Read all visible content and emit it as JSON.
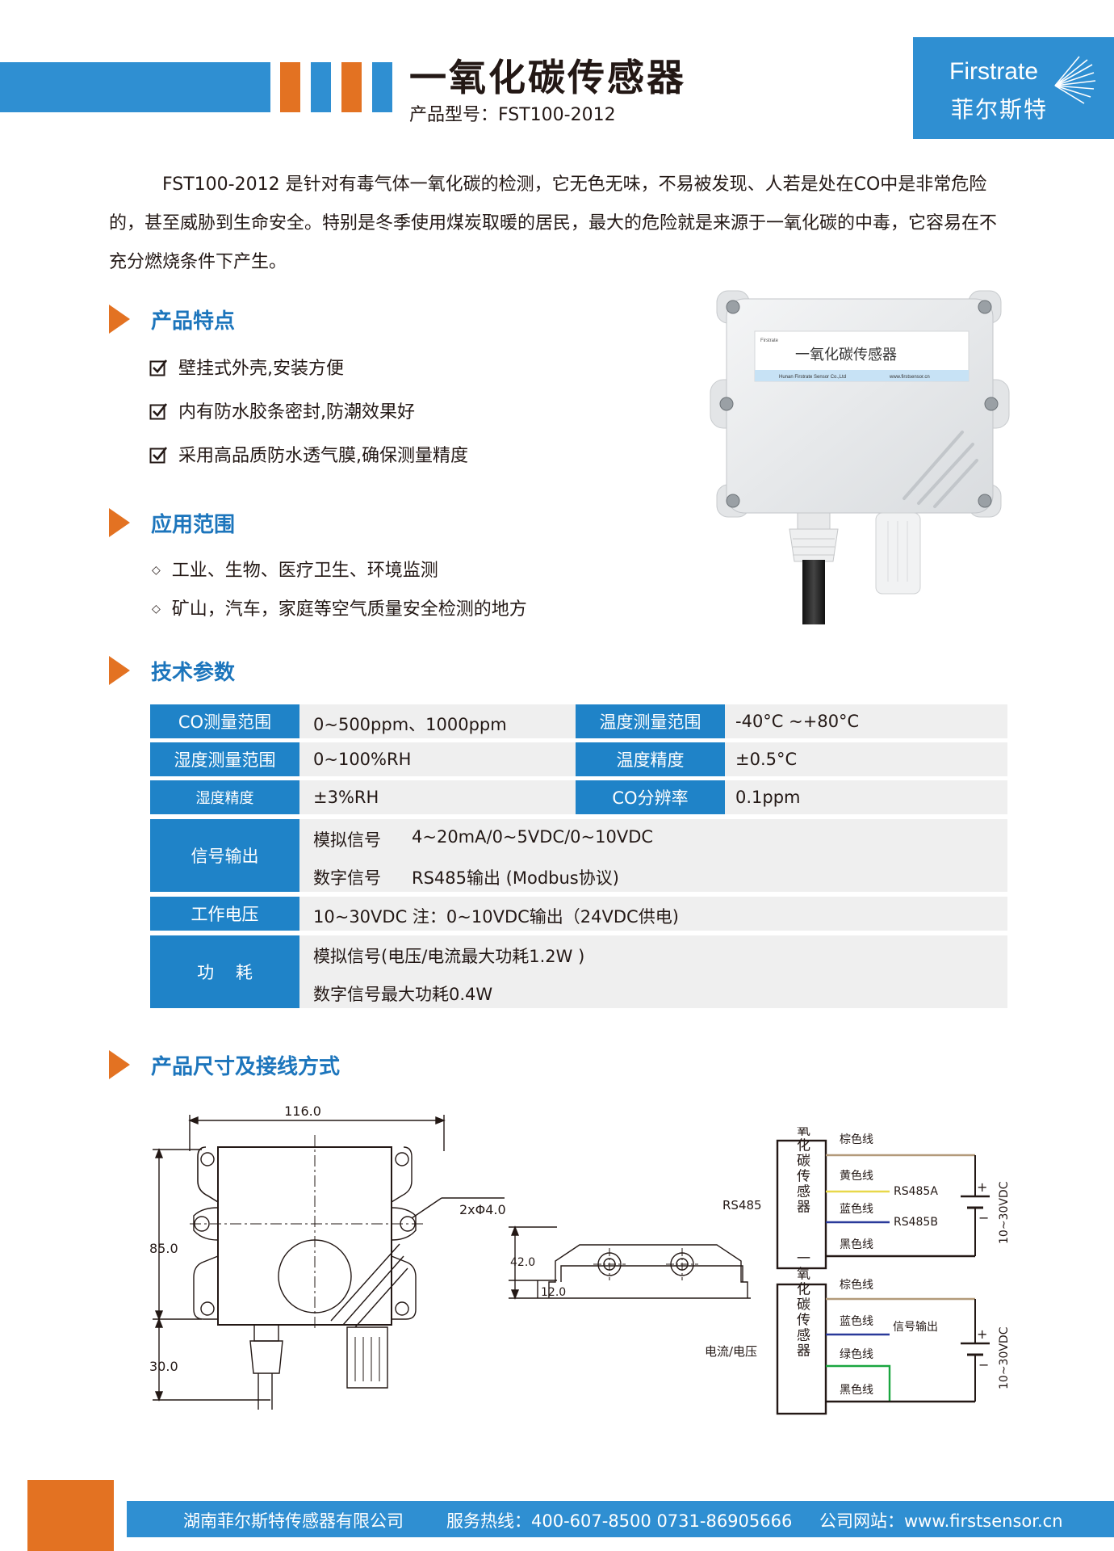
{
  "header": {
    "title": "一氧化碳传感器",
    "model": "产品型号：FST100-2012",
    "logo_en": "Firstrate",
    "logo_cn": "菲尔斯特"
  },
  "intro": "FST100-2012 是针对有毒气体一氧化碳的检测，它无色无味，不易被发现、人若是处在CO中是非常危险的，甚至威胁到生命安全。特别是冬季使用煤炭取暖的居民，最大的危险就是来源于一氧化碳的中毒，它容易在不充分燃烧条件下产生。",
  "sections": {
    "features": "产品特点",
    "applications": "应用范围",
    "specs": "技术参数",
    "dimensions": "产品尺寸及接线方式"
  },
  "features": [
    "壁挂式外壳,安装方便",
    "内有防水胶条密封,防潮效果好",
    "采用高品质防水透气膜,确保测量精度"
  ],
  "applications": [
    "工业、生物、医疗卫生、环境监测",
    "矿山，汽车，家庭等空气质量安全检测的地方"
  ],
  "product_label": {
    "brand": "Firstrate",
    "name": "一氧化碳传感器",
    "company": "Hunan Firstrate Sensor Co.,Ltd",
    "site": "www.firstsensor.cn"
  },
  "specs": {
    "r1": {
      "h1": "CO测量范围",
      "v1": "0~500ppm、1000ppm",
      "h2": "温度测量范围",
      "v2": "-40°C ~+80°C"
    },
    "r2": {
      "h1": "湿度测量范围",
      "v1": "0~100%RH",
      "h2": "温度精度",
      "v2": "±0.5°C"
    },
    "r3": {
      "h1": "湿度精度",
      "v1": "±3%RH",
      "h2": "CO分辨率",
      "v2": "0.1ppm"
    },
    "r4": {
      "h": "信号输出",
      "a_label": "模拟信号",
      "a_value": "4~20mA/0~5VDC/0~10VDC",
      "d_label": "数字信号",
      "d_value": "RS485输出 (Modbus协议)"
    },
    "r5": {
      "h": "工作电压",
      "v": "10~30VDC  注：0~10VDC输出（24VDC供电)"
    },
    "r6": {
      "h": "功    耗",
      "v1": "模拟信号(电压/电流最大功耗1.2W )",
      "v2": "数字信号最大功耗0.4W"
    }
  },
  "dimensions": {
    "width": "116.0",
    "height": "85.0",
    "bottom": "30.0",
    "hole": "2xΦ4.0",
    "side_h": "42.0",
    "side_b": "12.0"
  },
  "wiring": {
    "sensor": "一氧化碳传感器",
    "rs485": {
      "title": "RS485",
      "w1": "棕色线",
      "w2": "黄色线",
      "w3": "蓝色线",
      "w4": "黑色线",
      "a": "RS485A",
      "b": "RS485B",
      "plus": "+",
      "minus": "−",
      "supply": "10~30VDC"
    },
    "analog": {
      "title": "电流/电压",
      "w1": "棕色线",
      "w2": "蓝色线",
      "w3": "绿色线",
      "w4": "黑色线",
      "sig": "信号输出",
      "plus": "+",
      "minus": "−",
      "supply": "10~30VDC"
    },
    "colors": {
      "brown": "#b39a7a",
      "yellow": "#e8d84a",
      "blue": "#2a3a9a",
      "green": "#1aa640",
      "black": "#231815"
    }
  },
  "footer": {
    "company": "湖南菲尔斯特传感器有限公司",
    "hotline": "服务热线：400-607-8500   0731-86905666",
    "website": "公司网站：www.firstsensor.cn"
  },
  "colors": {
    "blue": "#2f8fd2",
    "cell_blue": "#1f83c8",
    "orange": "#e37222",
    "heading_blue": "#1c75bc"
  }
}
